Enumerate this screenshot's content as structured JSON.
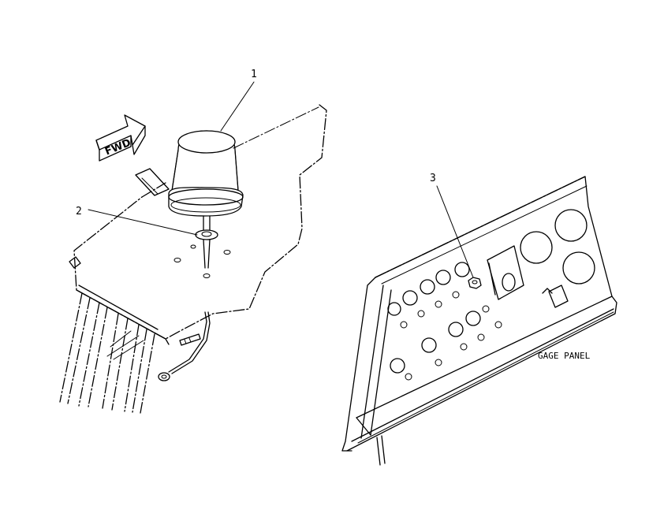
{
  "callouts": {
    "c1": "1",
    "c2": "2",
    "c3": "3"
  },
  "labels": {
    "forward": "FWD",
    "gage_panel": "GAGE PANEL"
  }
}
